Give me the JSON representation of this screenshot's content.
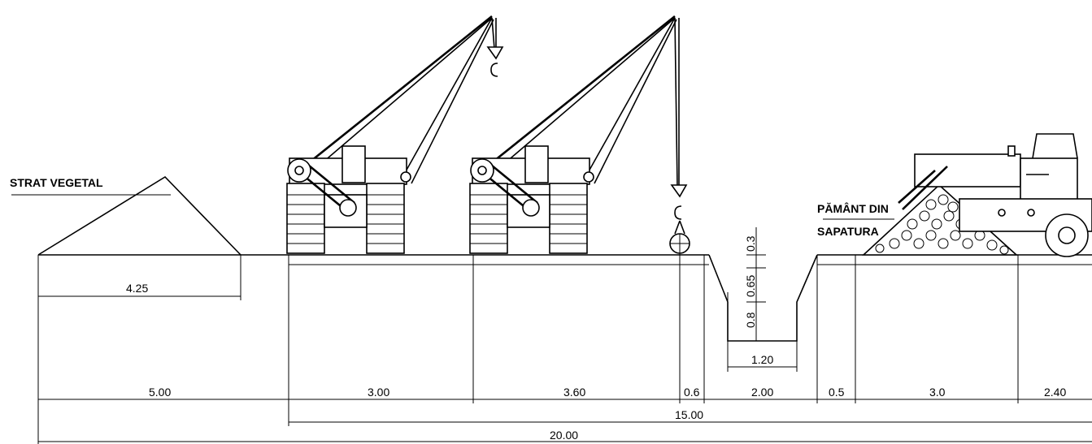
{
  "labels": {
    "topsoil": "STRAT VEGETAL",
    "spoil_line1": "PĂMÂNT DIN",
    "spoil_line2": "SAPATURA"
  },
  "dimensions": {
    "topsoil_width": "4.25",
    "trench_depth_top": "0.3",
    "trench_depth_mid": "0.65",
    "trench_depth_bottom": "0.8",
    "trench_bottom_width": "1.20",
    "seg1": "5.00",
    "seg2": "3.00",
    "seg3": "3.60",
    "seg4": "0.6",
    "seg5": "2.00",
    "seg6": "0.5",
    "seg7": "3.0",
    "seg8": "2.40",
    "total_working": "15.00",
    "total_overall": "20.00"
  }
}
